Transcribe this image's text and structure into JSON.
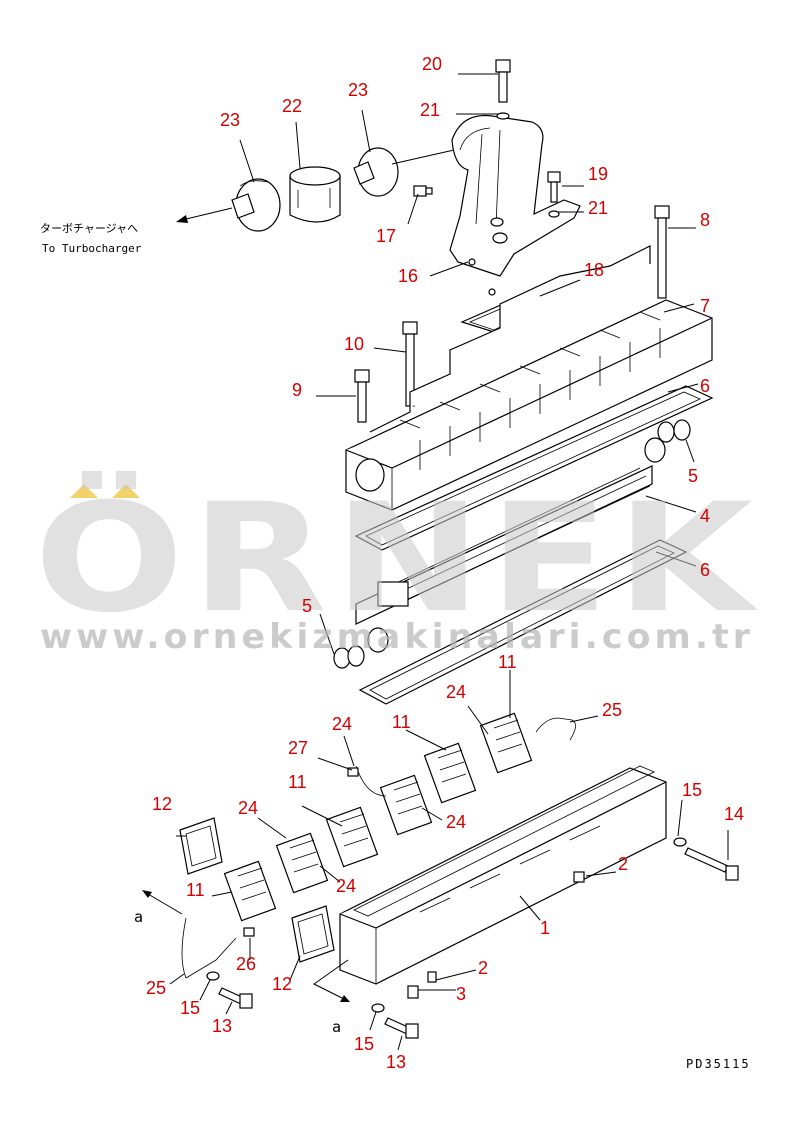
{
  "diagram": {
    "direction_jp": "ターボチャージャへ",
    "direction_en": "To Turbocharger",
    "view_marker": "a",
    "drawing_code": "PD35115",
    "callouts": [
      {
        "id": "c20",
        "text": "20"
      },
      {
        "id": "c21a",
        "text": "21"
      },
      {
        "id": "c22",
        "text": "22"
      },
      {
        "id": "c23a",
        "text": "23"
      },
      {
        "id": "c23b",
        "text": "23"
      },
      {
        "id": "c19",
        "text": "19"
      },
      {
        "id": "c21b",
        "text": "21"
      },
      {
        "id": "c17",
        "text": "17"
      },
      {
        "id": "c8",
        "text": "8"
      },
      {
        "id": "c16",
        "text": "16"
      },
      {
        "id": "c18",
        "text": "18"
      },
      {
        "id": "c7",
        "text": "7"
      },
      {
        "id": "c10",
        "text": "10"
      },
      {
        "id": "c9",
        "text": "9"
      },
      {
        "id": "c6a",
        "text": "6"
      },
      {
        "id": "c5a",
        "text": "5"
      },
      {
        "id": "c4",
        "text": "4"
      },
      {
        "id": "c6b",
        "text": "6"
      },
      {
        "id": "c5b",
        "text": "5"
      },
      {
        "id": "c11a",
        "text": "11"
      },
      {
        "id": "c24a",
        "text": "24"
      },
      {
        "id": "c25a",
        "text": "25"
      },
      {
        "id": "c24b",
        "text": "24"
      },
      {
        "id": "c11b",
        "text": "11"
      },
      {
        "id": "c27",
        "text": "27"
      },
      {
        "id": "c11c",
        "text": "11"
      },
      {
        "id": "c12a",
        "text": "12"
      },
      {
        "id": "c24c",
        "text": "24"
      },
      {
        "id": "c24d",
        "text": "24"
      },
      {
        "id": "c15a",
        "text": "15"
      },
      {
        "id": "c14",
        "text": "14"
      },
      {
        "id": "c24e",
        "text": "24"
      },
      {
        "id": "c2a",
        "text": "2"
      },
      {
        "id": "c11d",
        "text": "11"
      },
      {
        "id": "c1",
        "text": "1"
      },
      {
        "id": "c26",
        "text": "26"
      },
      {
        "id": "c25b",
        "text": "25"
      },
      {
        "id": "c12b",
        "text": "12"
      },
      {
        "id": "c2b",
        "text": "2"
      },
      {
        "id": "c3",
        "text": "3"
      },
      {
        "id": "c15b",
        "text": "15"
      },
      {
        "id": "c13a",
        "text": "13"
      },
      {
        "id": "c15c",
        "text": "15"
      },
      {
        "id": "c13b",
        "text": "13"
      }
    ]
  },
  "watermark": {
    "brand": "ÖRNEK",
    "url": "www.ornekizmakinalari.com.tr",
    "accent_color": "#f2d36b"
  },
  "colors": {
    "callout": "#d40000",
    "line": "#000000",
    "watermark": "#c9c9c9"
  }
}
